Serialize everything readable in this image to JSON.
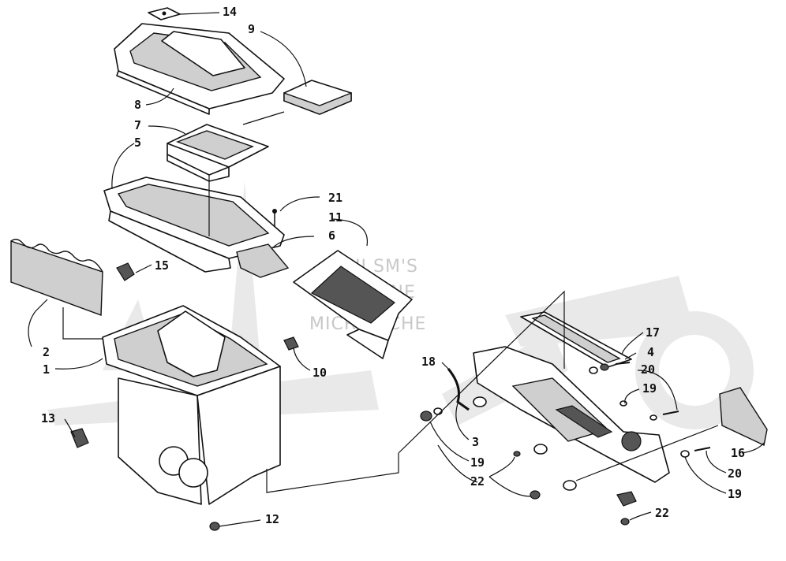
{
  "watermark": {
    "line1": "HI SM'S",
    "line2": "ONLINE",
    "line3": "MICROFICHE"
  },
  "callouts": {
    "c14": "14",
    "c9": "9",
    "c8": "8",
    "c7": "7",
    "c5": "5",
    "c21": "21",
    "c11": "11",
    "c6": "6",
    "c15": "15",
    "c2": "2",
    "c1": "1",
    "c10": "10",
    "c13": "13",
    "c12": "12",
    "c17": "17",
    "c4": "4",
    "c20a": "20",
    "c18": "18",
    "c19a": "19",
    "c3": "3",
    "c19b": "19",
    "c22a": "22",
    "c16": "16",
    "c20b": "20",
    "c19c": "19",
    "c22b": "22"
  }
}
